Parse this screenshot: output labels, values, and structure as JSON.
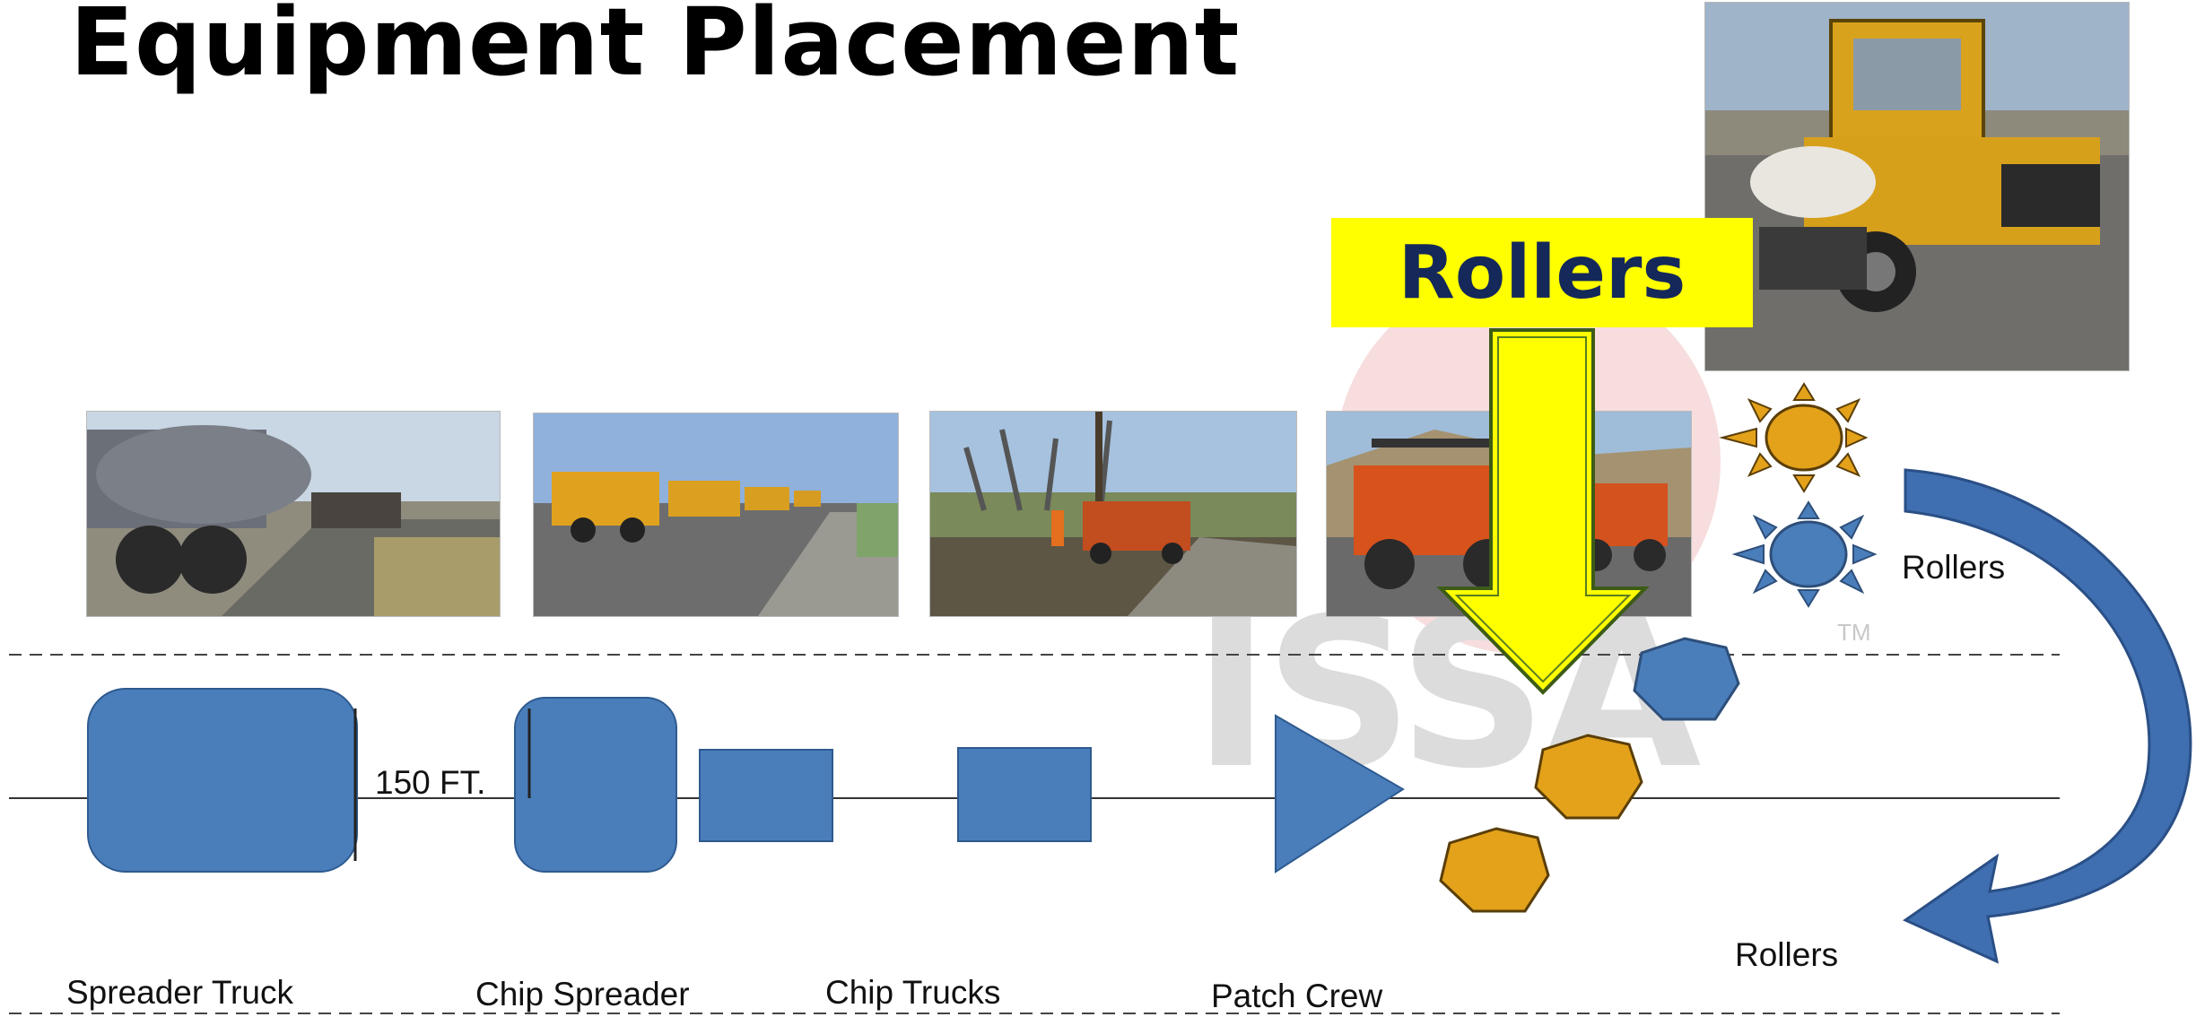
{
  "slide": {
    "title": "Equipment Placement",
    "callout_label": "Rollers",
    "distance_label": "150 FT.",
    "watermark": "ISSA",
    "watermark_tm": "TM"
  },
  "equipment_labels": [
    "Spreader Truck",
    "Chip Spreader",
    "Chip Trucks",
    "Patch Crew"
  ],
  "legend": {
    "sun_rollers_label": "Rollers",
    "return_rollers_label": "Rollers"
  },
  "colors": {
    "shape_blue": "#4a7ebb",
    "shape_orange": "#e3a21a",
    "callout_yellow": "#ffff00",
    "callout_text": "#14285a",
    "arrow_curve": "#3f6fb0"
  }
}
